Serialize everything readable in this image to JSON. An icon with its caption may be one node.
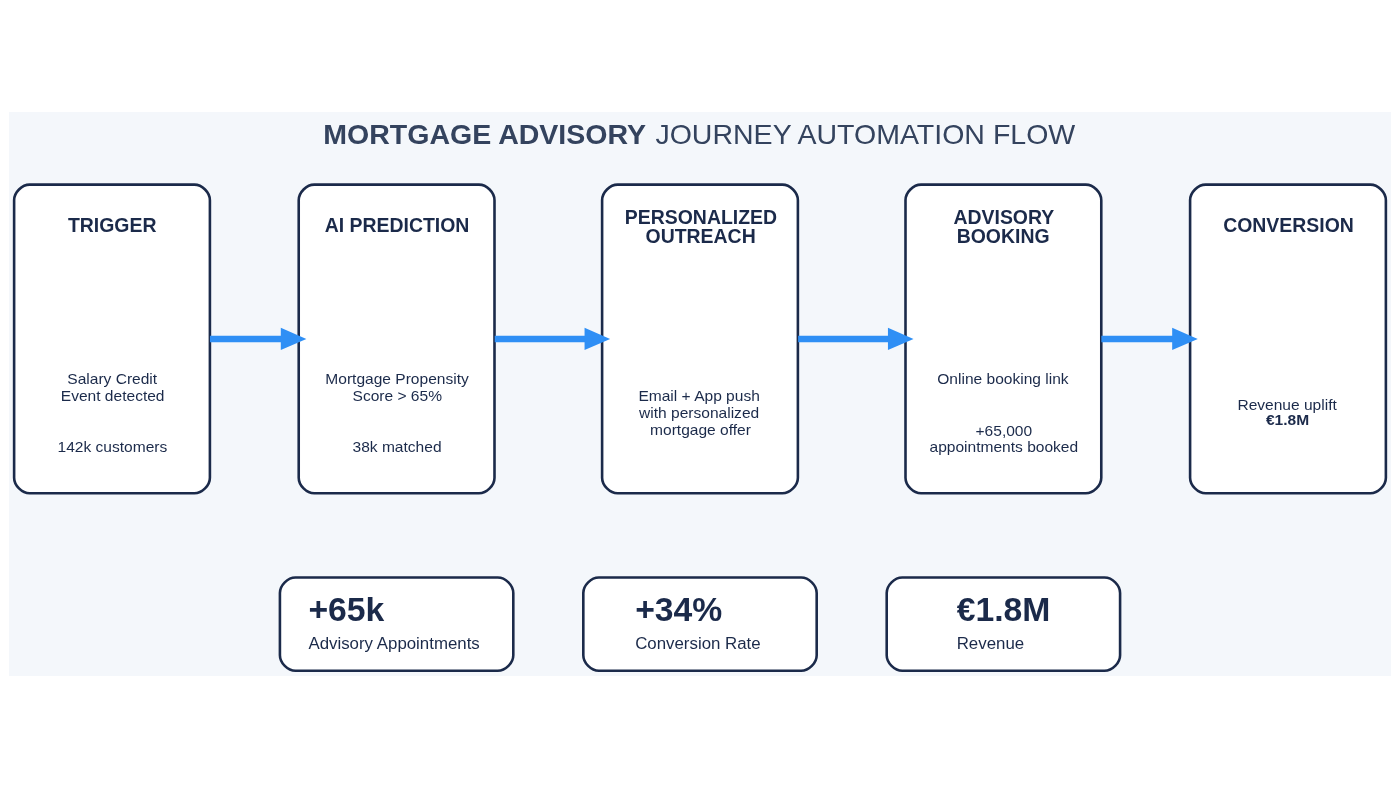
{
  "diagram": {
    "title": "**MORTGAGE ADVISORY** JOURNEY AUTOMATION FLOW",
    "nodes": [
      {
        "text": [
          "TRIGGER",
          "Salary Credit Event detected",
          "142k customers"
        ]
      },
      {
        "text": [
          "AI PREDICTION",
          "Mortgage Propensity Score > 65%",
          "38k matched"
        ]
      },
      {
        "text": [
          "PERSONALIZED OUTREACH",
          "Email + App push with personalized mortgage offer"
        ]
      },
      {
        "text": [
          "ADVISORY BOOKING",
          "Online booking link",
          "+65,000 appointments booked"
        ]
      },
      {
        "text": [
          "CONVERSION",
          "Revenue uplift **€1.8M**"
        ]
      },
      {
        "text": [
          "+65k",
          "Advisory Appointments"
        ]
      },
      {
        "text": [
          "+34%",
          "Conversion Rate"
        ]
      },
      {
        "text": [
          "€1.8M",
          "Revenue"
        ]
      }
    ],
    "edges": [
      {
        "from": 0,
        "to": 1,
        "arrow": "to"
      },
      {
        "from": 1,
        "to": 2,
        "arrow": "to"
      },
      {
        "from": 2,
        "to": 3,
        "arrow": "to"
      },
      {
        "from": 3,
        "to": 4,
        "arrow": "to"
      }
    ]
  }
}
